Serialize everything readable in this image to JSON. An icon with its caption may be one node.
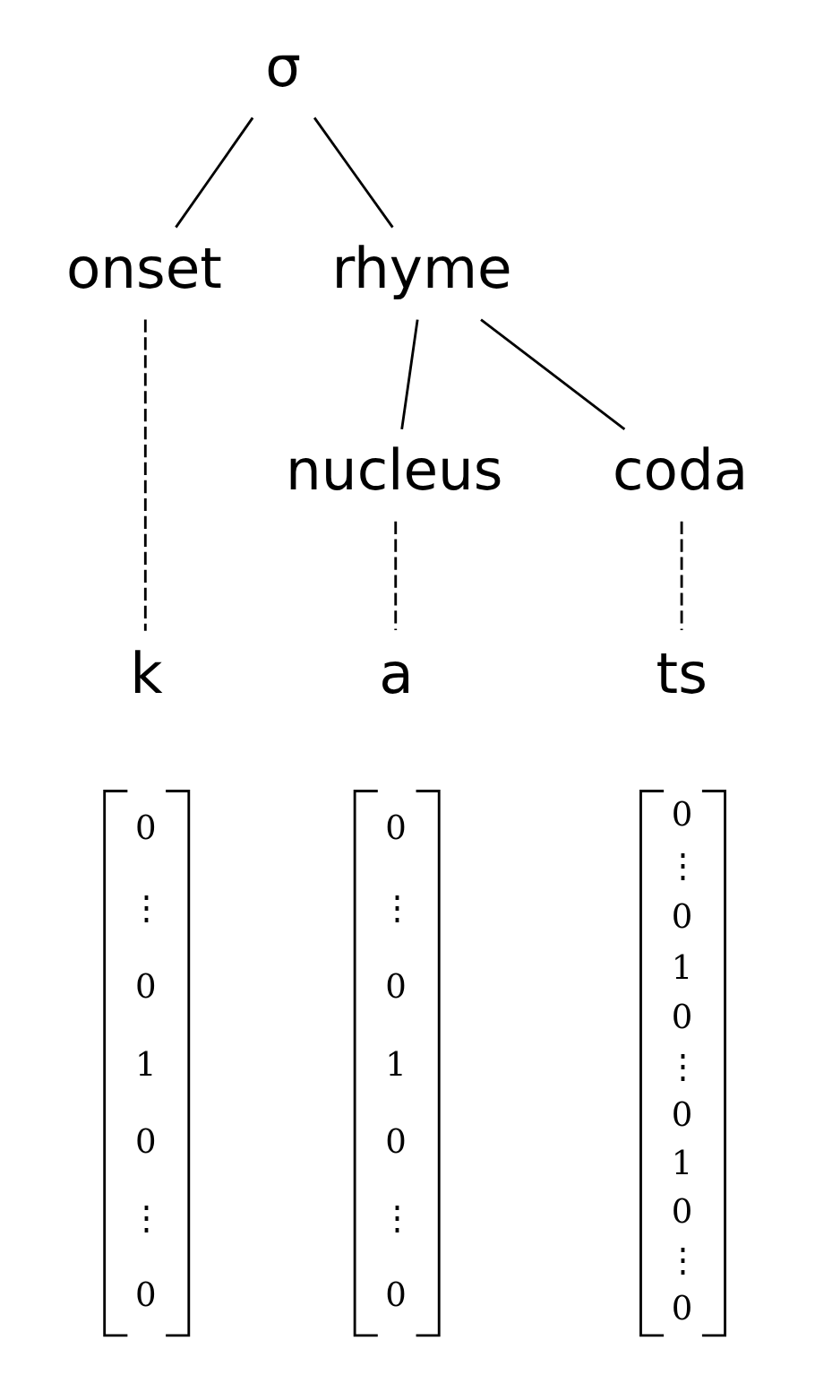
{
  "diagram": {
    "nodes": [
      {
        "text": [
          "σ"
        ]
      },
      {
        "text": [
          "onset"
        ]
      },
      {
        "text": [
          "rhyme"
        ]
      },
      {
        "text": [
          "nucleus"
        ]
      },
      {
        "text": [
          "coda"
        ]
      },
      {
        "text": [
          "k",
          "0 ⋮ 0 1 0 ⋮ 0"
        ]
      },
      {
        "text": [
          "a",
          "0 ⋮ 0 1 0 ⋮ 0"
        ]
      },
      {
        "text": [
          "ts",
          "0 ⋮ 0 1 0 ⋮ 0 1 0 ⋮ 0"
        ]
      }
    ],
    "edges": [
      {
        "from": 0,
        "to": 1,
        "arrow": "none"
      },
      {
        "from": 0,
        "to": 2,
        "arrow": "none"
      },
      {
        "from": 2,
        "to": 3,
        "arrow": "none"
      },
      {
        "from": 2,
        "to": 4,
        "arrow": "none"
      },
      {
        "from": 1,
        "to": 5,
        "arrow": "none",
        "style": "dashed"
      },
      {
        "from": 3,
        "to": 6,
        "arrow": "none",
        "style": "dashed"
      },
      {
        "from": 4,
        "to": 7,
        "arrow": "none",
        "style": "dashed"
      }
    ]
  }
}
